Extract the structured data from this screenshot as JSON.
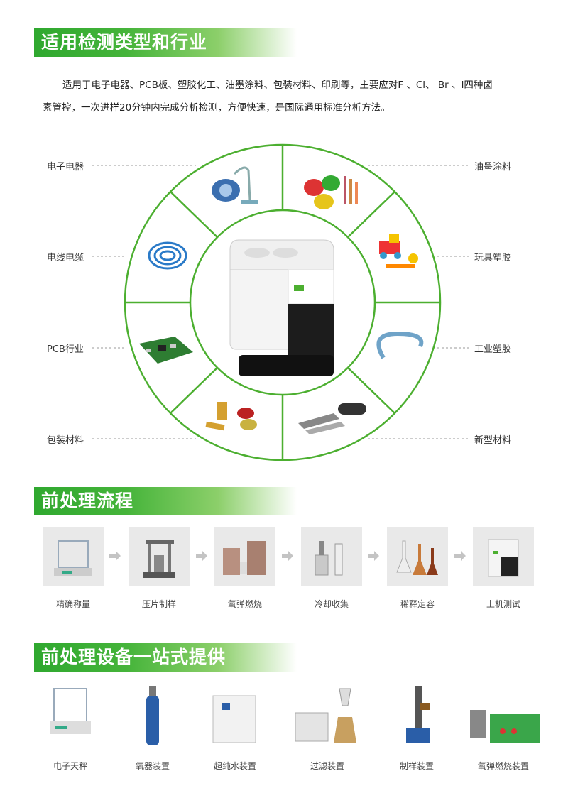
{
  "section1": {
    "title": "适用检测类型和行业",
    "intro_line1": "适用于电子电器、PCB板、塑胶化工、油墨涂料、包装材料、印刷等，主要应对F 、Cl、 Br 、I四种卤",
    "intro_line2": "素管控，一次进样20分钟内完成分析检测，方便快速，是国际通用标准分析方法。",
    "industries_left": [
      "电子电器",
      "电线电缆",
      "PCB行业",
      "包装材料"
    ],
    "industries_right": [
      "油墨涂料",
      "玩具塑胶",
      "工业塑胶",
      "新型材料"
    ],
    "ring_color": "#4caf30"
  },
  "section2": {
    "title": "前处理流程",
    "steps": [
      "精确称量",
      "压片制样",
      "氧弹燃烧",
      "冷却收集",
      "稀释定容",
      "上机测试"
    ]
  },
  "section3": {
    "title": "前处理设备一站式提供",
    "equipment": [
      "电子天秤",
      "氧器装置",
      "超纯水装置",
      "过滤装置",
      "制样装置",
      "氧弹燃烧装置"
    ]
  }
}
